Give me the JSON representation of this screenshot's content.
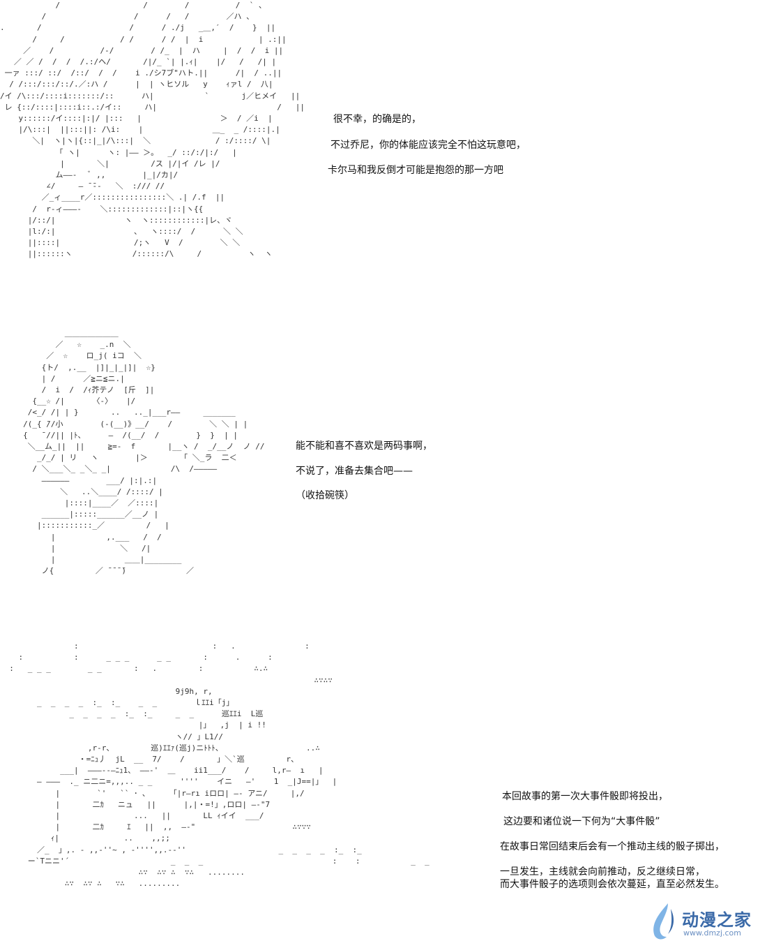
{
  "panels": [
    {
      "lines": [
        "很不幸，的确是的，",
        "不过乔尼，你的体能应该完全不怕这玩意吧，",
        "卡尔马和我反倒才可能是抱怨的那一方吧"
      ]
    },
    {
      "lines": [
        "能不能和喜不喜欢是两码事啊，",
        "不说了，准备去集合吧——",
        "（收拾碗筷）"
      ]
    },
    {
      "lines": [
        "本回故事的第一次大事件骰即将投出，",
        "这边要和诸位说一下何为“大事件骰”",
        "在故事日常回结束后会有一个推动主线的骰子掷出，",
        "一旦发生，主线就会向前推动，反之继续日常，",
        "而大事件骰子的选项则会依次蔓延，直至必然发生。"
      ]
    }
  ],
  "watermark": {
    "name": "动漫之家",
    "url": "www.dmzj.com",
    "colors": {
      "primary": "#3b6aa8",
      "accent": "#7fb4e6"
    }
  }
}
